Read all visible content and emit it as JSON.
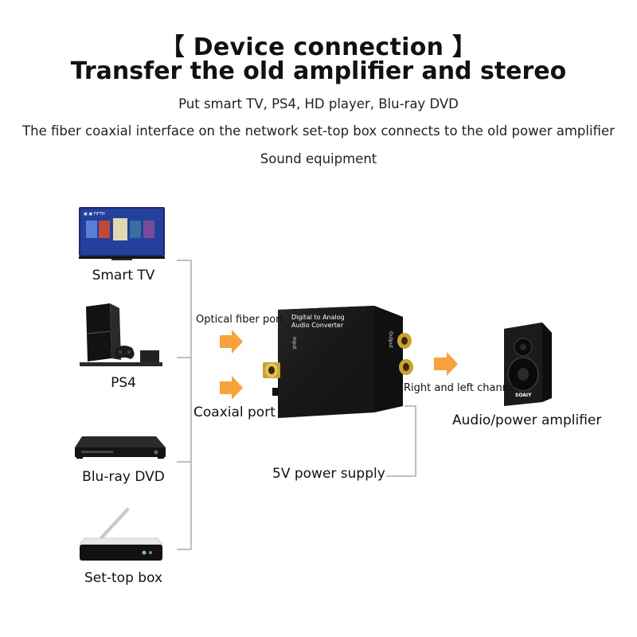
{
  "heading": {
    "title": "【 Device connection 】",
    "subtitle": "Transfer the old amplifier and stereo",
    "lines": [
      "Put smart TV, PS4, HD player, Blu-ray DVD",
      "The fiber coaxial interface on the network set-top box connects to the old power amplifier",
      "Sound equipment"
    ]
  },
  "sources": [
    {
      "label": "Smart TV"
    },
    {
      "label": "PS4"
    },
    {
      "label": "Blu-ray DVD"
    },
    {
      "label": "Set-top box"
    }
  ],
  "converter": {
    "label_line1": "Digital  to Analog",
    "label_line2": "Audio Converter",
    "input_label": "Input",
    "output_label": "Output"
  },
  "tv_screen_text": "▣ ▣ FIFTH",
  "speaker_brand": "SOAIY",
  "ports": {
    "optical": "Optical fiber port",
    "coaxial": "Coaxial port",
    "channel": "Right and left channel",
    "power": "5V power supply"
  },
  "output_device": "Audio/power amplifier",
  "colors": {
    "arrow": "#f7a23a",
    "bracket": "#aaaaaa",
    "device": "#1a1a1a",
    "gold": "#c9a236"
  }
}
